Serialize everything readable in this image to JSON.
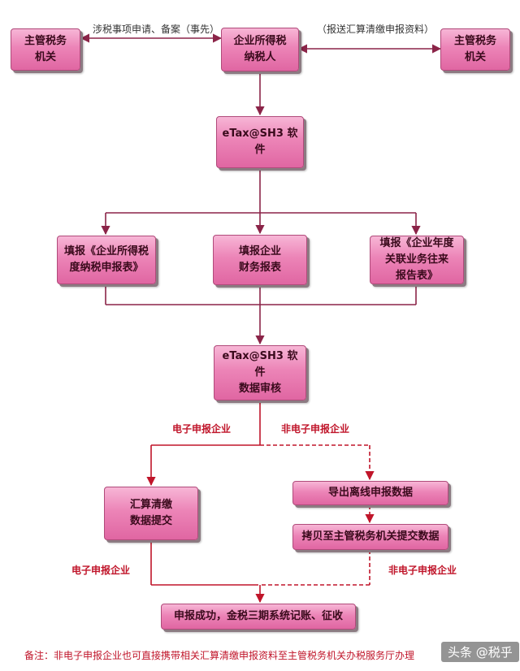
{
  "boxes": {
    "tax_authority_left": "主管税务\n机关",
    "taxpayer": "企业所得税\n纳税人",
    "tax_authority_right": "主管税务\n机关",
    "software": "eTax@SH3 软\n件",
    "form_income_tax": "填报《企业所得税\n度纳税申报表》",
    "form_financial": "填报企业\n财务报表",
    "form_related_party": "填报《企业年度\n关联业务往来\n报告表》",
    "software_review": "eTax@SH3 软件\n数据审核",
    "settlement_submit": "汇算清缴\n数据提交",
    "export_offline": "导出离线申报数据",
    "copy_submit": "拷贝至主管税务机关提交数据",
    "success": "申报成功，金税三期系统记账、征收"
  },
  "labels": {
    "top_left": "涉税事项申请、备案（事先）",
    "top_right": "（报送汇算清缴申报资料）",
    "electronic_1": "电子申报企业",
    "non_electronic_1": "非电子申报企业",
    "electronic_2": "电子申报企业",
    "non_electronic_2": "非电子申报企业"
  },
  "note": "备注：非电子申报企业也可直接携带相关汇算清缴申报资料至主管税务机关办税服务厅办理",
  "watermark": "头条 @税乎",
  "colors": {
    "box_fill": "#e87fb3",
    "connector": "#8b2448",
    "label_red": "#c0152a"
  }
}
